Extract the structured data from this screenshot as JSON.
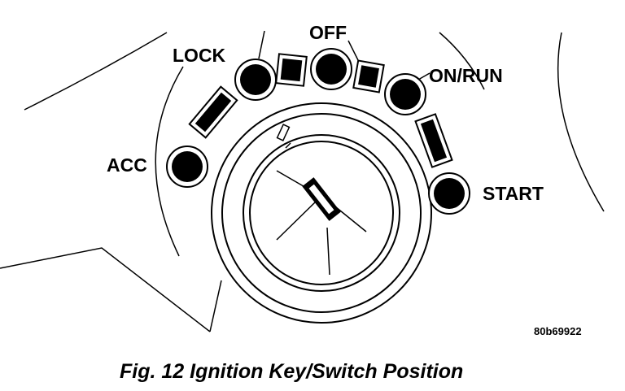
{
  "labels": {
    "off": "OFF",
    "lock": "LOCK",
    "on_run": "ON/RUN",
    "acc": "ACC",
    "start": "START"
  },
  "figure_code": "80b69922",
  "caption": "Fig. 12 Ignition Key/Switch Position",
  "colors": {
    "ink": "#000000",
    "paper": "#ffffff"
  }
}
